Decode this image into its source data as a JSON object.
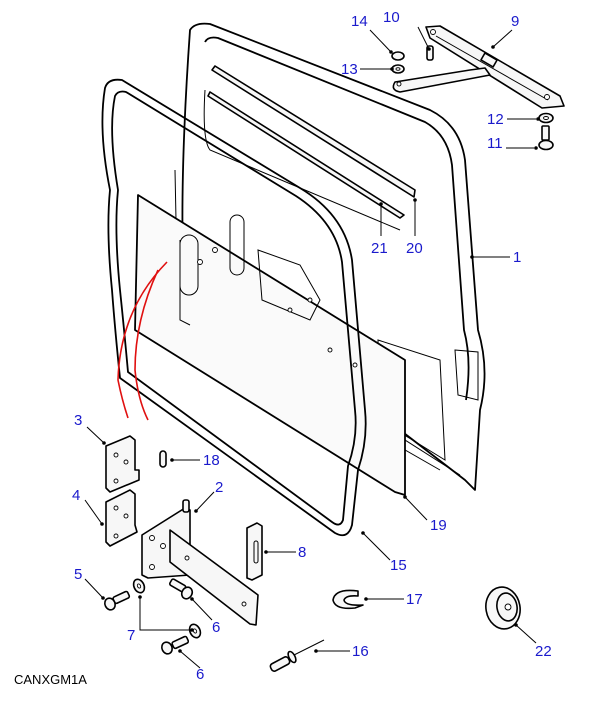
{
  "diagram": {
    "title": "Rear door assembly — exploded parts diagram",
    "reference_code": "CANXGM1A",
    "callout_color": "#1a1acc",
    "highlight_color": "#e01010",
    "callouts": [
      {
        "id": "1",
        "part": "door-shell"
      },
      {
        "id": "2",
        "part": "hinge"
      },
      {
        "id": "3",
        "part": "hinge-plate-upper"
      },
      {
        "id": "4",
        "part": "hinge-plate-lower"
      },
      {
        "id": "5",
        "part": "bolt"
      },
      {
        "id": "6",
        "part": "bolt"
      },
      {
        "id": "6",
        "part": "bolt"
      },
      {
        "id": "7",
        "part": "washer"
      },
      {
        "id": "8",
        "part": "check-strap-bracket"
      },
      {
        "id": "9",
        "part": "door-stay"
      },
      {
        "id": "10",
        "part": "screw"
      },
      {
        "id": "11",
        "part": "bolt"
      },
      {
        "id": "12",
        "part": "washer"
      },
      {
        "id": "13",
        "part": "washer"
      },
      {
        "id": "14",
        "part": "nut"
      },
      {
        "id": "15",
        "part": "door-seal"
      },
      {
        "id": "16",
        "part": "rivet"
      },
      {
        "id": "17",
        "part": "clip"
      },
      {
        "id": "18",
        "part": "pin"
      },
      {
        "id": "19",
        "part": "trim-panel"
      },
      {
        "id": "20",
        "part": "glass-channel-outer"
      },
      {
        "id": "21",
        "part": "glass-channel-inner"
      },
      {
        "id": "22",
        "part": "buffer"
      }
    ]
  }
}
